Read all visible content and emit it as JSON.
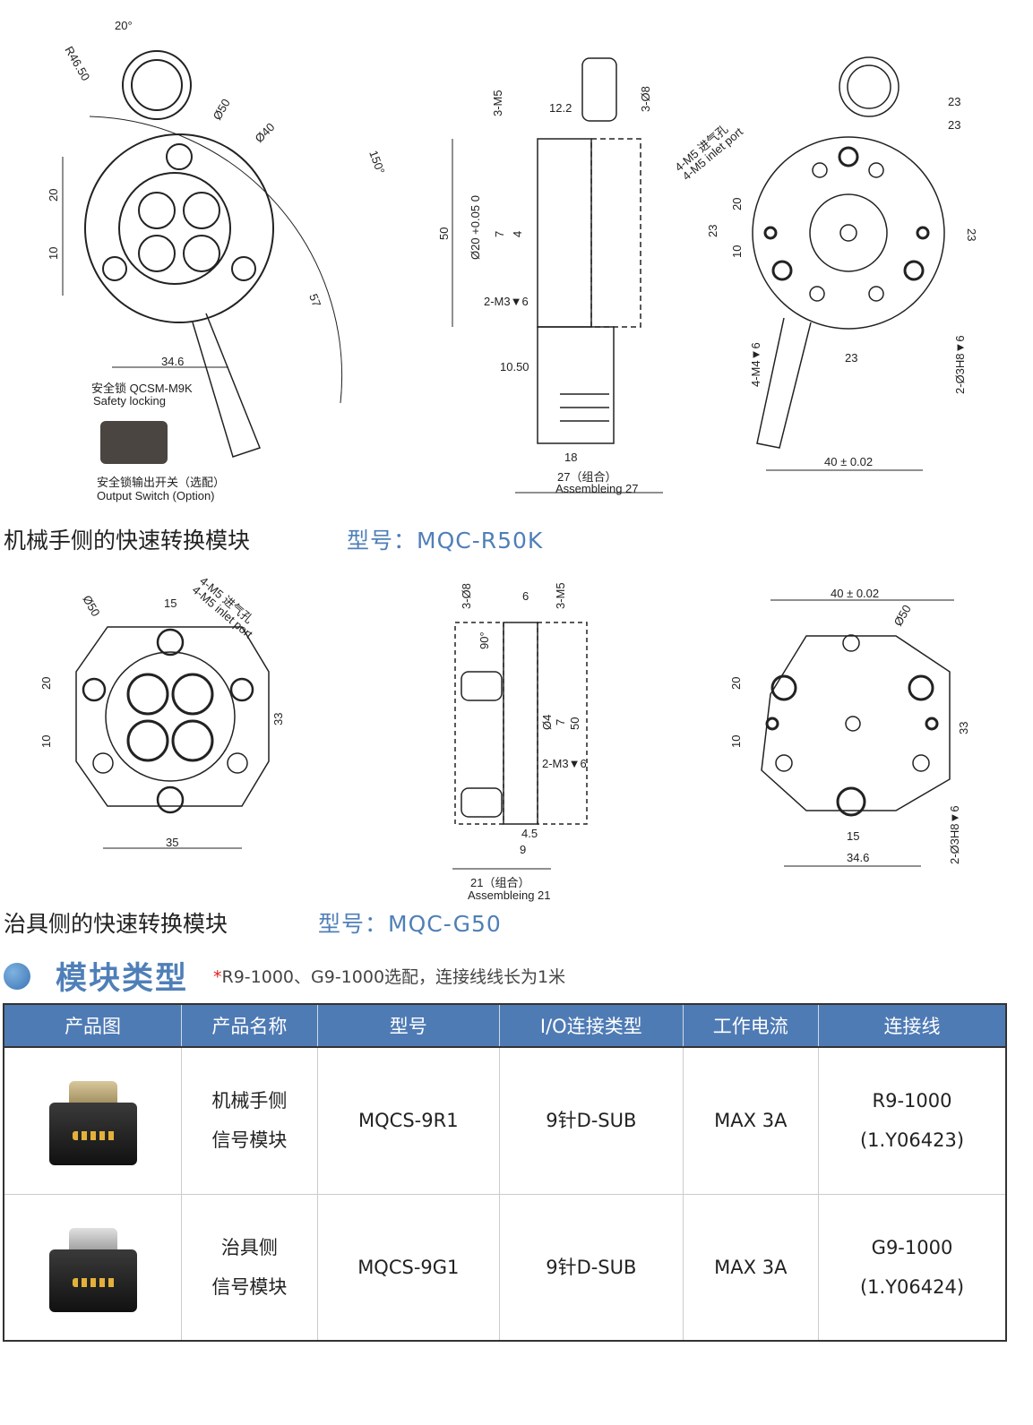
{
  "drawing_top": {
    "labels": {
      "angle20": "20°",
      "r46": "R46.50",
      "d50": "Ø50",
      "d40": "Ø40",
      "a150": "150°",
      "d57": "57",
      "d20": "20",
      "d10": "10",
      "d346": "34.6",
      "lock_cn": "安全锁 QCSM-M9K",
      "lock_en": "Safety locking",
      "switch_cn": "安全锁输出开关（选配）",
      "switch_en": "Output Switch (Option)",
      "m5": "3-M5",
      "d122": "12.2",
      "d8": "3-Ø8",
      "d50h": "50",
      "d20tol": "Ø20 +0.05 0",
      "d7": "7",
      "d4": "4",
      "m3": "2-M3▼6",
      "d105": "10.50",
      "d18": "18",
      "d27": "27（组合）",
      "d27en": "Assembleing 27",
      "inlet_cn": "4-M5 进气孔",
      "inlet_en": "4-M5 inlet port",
      "r23a": "23",
      "r23b": "23",
      "r20": "20",
      "r23l": "23",
      "r10": "10",
      "r23r": "23",
      "m4": "4-M4▼6",
      "h8": "2-Ø3H8▼6",
      "r23c": "23",
      "r40": "40 ± 0.02"
    }
  },
  "caption_1": {
    "name": "机械手侧的快速转换模块",
    "model": "型号：MQC-R50K"
  },
  "drawing_bottom": {
    "labels": {
      "d50": "Ø50",
      "d15": "15",
      "inlet_cn": "4-M5 进气孔",
      "inlet_en": "4-M5 inlet port",
      "d20": "20",
      "d10": "10",
      "d33": "33",
      "d35": "35",
      "d8": "3-Ø8",
      "d6": "6",
      "m5": "3-M5",
      "a90": "90°",
      "d4": "Ø4",
      "d7": "7",
      "d50v": "50",
      "m3": "2-M3▼6",
      "d45": "4.5",
      "d9": "9",
      "d21": "21（组合）",
      "d21en": "Assembleing 21",
      "r40": "40 ± 0.02",
      "rd50": "Ø50",
      "r20": "20",
      "r10": "10",
      "r33": "33",
      "h8": "2-Ø3H8▼6",
      "r15": "15",
      "r346": "34.6"
    }
  },
  "caption_2": {
    "name": "治具侧的快速转换模块",
    "model": "型号：MQC-G50"
  },
  "section": {
    "title": "模块类型",
    "note_star": "*",
    "note": "R9-1000、G9-1000选配，连接线线长为1米"
  },
  "table": {
    "headers": [
      "产品图",
      "产品名称",
      "型号",
      "I/O连接类型",
      "工作电流",
      "连接线"
    ],
    "rows": [
      {
        "name1": "机械手侧",
        "name2": "信号模块",
        "model": "MQCS-9R1",
        "io": "9针D-SUB",
        "current": "MAX 3A",
        "cable1": "R9-1000",
        "cable2": "(1.Y06423)"
      },
      {
        "name1": "治具侧",
        "name2": "信号模块",
        "model": "MQCS-9G1",
        "io": "9针D-SUB",
        "current": "MAX 3A",
        "cable1": "G9-1000",
        "cable2": "(1.Y06424)"
      }
    ]
  }
}
